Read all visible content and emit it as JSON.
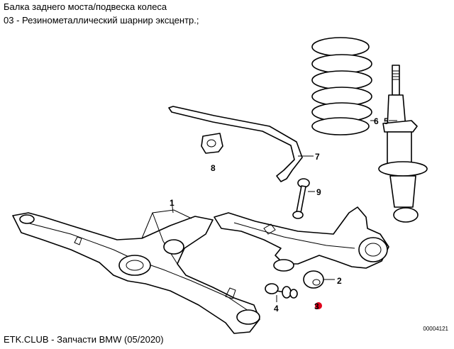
{
  "header": {
    "title": "Балка заднего моста/подвеска колеса",
    "subtitle": "03 - Резинометаллический шарнир эксцентр.;"
  },
  "footer": {
    "source": "ETK.CLUB - Запчасти BMW (05/2020)",
    "diagram_code": "00004121"
  },
  "parts": {
    "p1": "1",
    "p2": "2",
    "p3": "3",
    "p4": "4",
    "p5": "5",
    "p6": "6",
    "p7": "7",
    "p8": "8",
    "p9": "9"
  },
  "colors": {
    "highlight_dot": "#e0001b"
  }
}
